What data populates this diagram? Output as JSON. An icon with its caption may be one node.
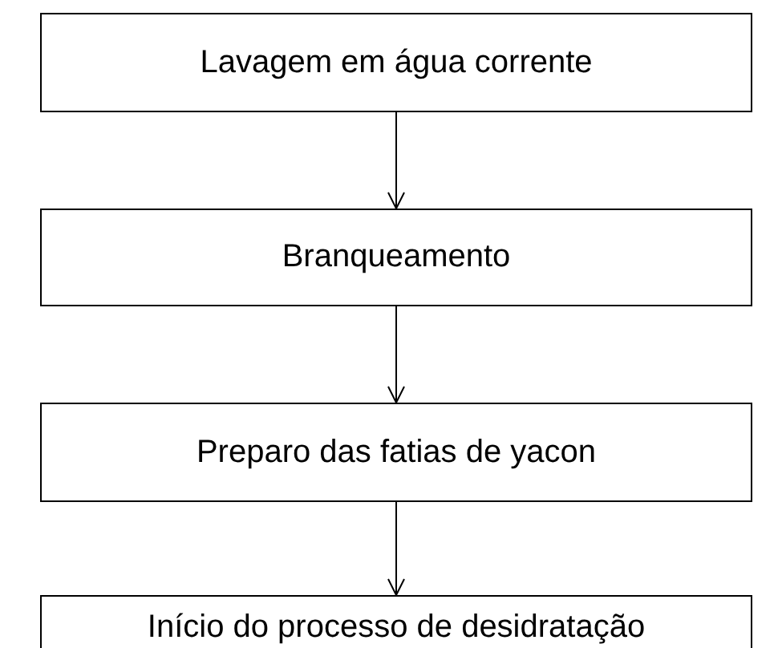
{
  "diagram": {
    "nodes": [
      {
        "text": [
          "Lavagem em água corrente"
        ]
      },
      {
        "text": [
          "Branqueamento"
        ]
      },
      {
        "text": [
          "Preparo das fatias de yacon"
        ]
      },
      {
        "text": [
          "Início do processo de desidratação"
        ]
      }
    ],
    "edges": [
      {
        "from": 0,
        "to": 1,
        "arrow": "to"
      },
      {
        "from": 1,
        "to": 2,
        "arrow": "to"
      },
      {
        "from": 2,
        "to": 3,
        "arrow": "to"
      }
    ]
  }
}
